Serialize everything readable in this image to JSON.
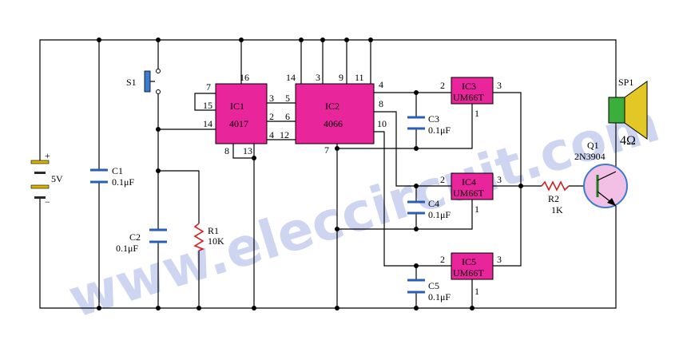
{
  "watermark": "www.eleccircuit.com",
  "colors": {
    "ic_body": "#e8259a",
    "capacitor": "#2a5db8",
    "speaker_cone": "#e3c724",
    "speaker_magnet": "#3cae3c",
    "transistor_body": "#f2c0e4"
  },
  "battery": {
    "value": "5V",
    "plus": "+",
    "minus": "−"
  },
  "capacitors": {
    "c1": {
      "name": "C1",
      "value": "0.1μF"
    },
    "c2": {
      "name": "C2",
      "value": "0.1μF"
    },
    "c3": {
      "name": "C3",
      "value": "0.1μF"
    },
    "c4": {
      "name": "C4",
      "value": "0.1μF"
    },
    "c5": {
      "name": "C5",
      "value": "0.1μF"
    }
  },
  "resistors": {
    "r1": {
      "name": "R1",
      "value": "10K"
    },
    "r2": {
      "name": "R2",
      "value": "1K"
    }
  },
  "switch": {
    "name": "S1"
  },
  "ics": {
    "ic1": {
      "name": "IC1",
      "part": "4017"
    },
    "ic2": {
      "name": "IC2",
      "part": "4066"
    },
    "ic3": {
      "name": "IC3",
      "part": "UM66T"
    },
    "ic4": {
      "name": "IC4",
      "part": "UM66T"
    },
    "ic5": {
      "name": "IC5",
      "part": "UM66T"
    }
  },
  "pins": {
    "ic1": {
      "p7": "7",
      "p16": "16",
      "p15": "15",
      "p3": "3",
      "p14": "14",
      "p2": "2",
      "p4": "4",
      "p8": "8",
      "p13": "13"
    },
    "ic2": {
      "p14": "14",
      "p3": "3",
      "p9": "9",
      "p11": "11",
      "p4": "4",
      "p5": "5",
      "p8": "8",
      "p6": "6",
      "p12": "12",
      "p10": "10",
      "p7": "7"
    },
    "ic3": {
      "p2": "2",
      "p3": "3",
      "p1": "1"
    },
    "ic4": {
      "p2": "2",
      "p3": "3",
      "p1": "1"
    },
    "ic5": {
      "p2": "2",
      "p3": "3",
      "p1": "1"
    }
  },
  "transistor": {
    "name": "Q1",
    "part": "2N3904"
  },
  "speaker": {
    "name": "SP1",
    "value": "4Ω"
  }
}
